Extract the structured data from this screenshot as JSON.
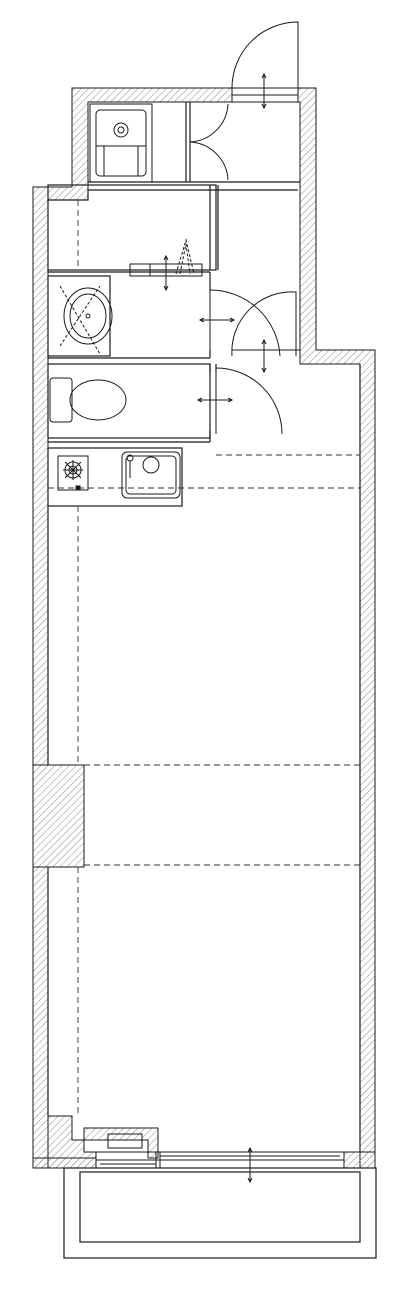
{
  "floorplan": {
    "colors": {
      "background": "#ffffff",
      "line": "#1a1a1a",
      "hatch": "#8a8a8a",
      "dash": "#333333"
    },
    "rooms": [
      "washer-area",
      "storage-closet",
      "washroom",
      "toilet",
      "kitchen",
      "main-room",
      "balcony"
    ],
    "fixtures": [
      "washing-machine",
      "sink-basin",
      "toilet-bowl",
      "gas-stove-burner",
      "kitchen-sink",
      "faucet"
    ]
  }
}
